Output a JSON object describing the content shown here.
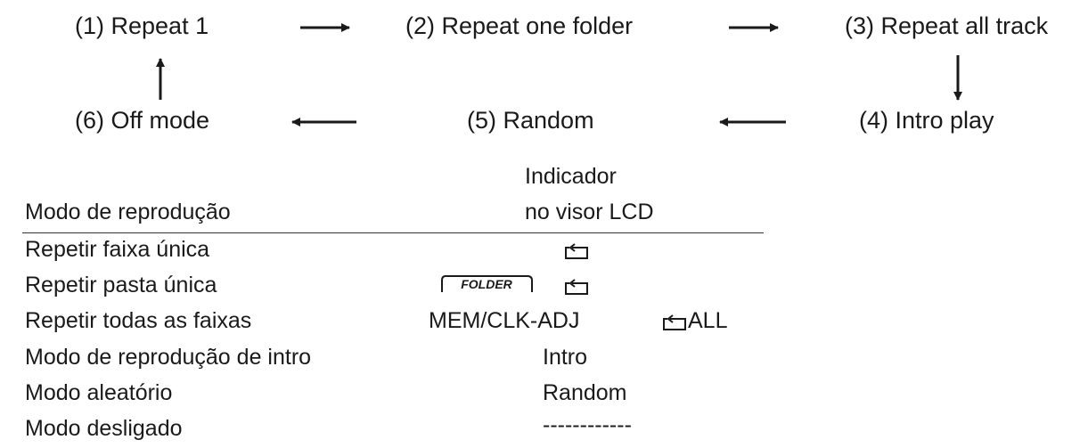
{
  "flow": {
    "step1": "(1) Repeat 1",
    "step2": "(2) Repeat one folder",
    "step3": "(3) Repeat all track",
    "step4": "(4) Intro play",
    "step5": "(5) Random",
    "step6": "(6) Off mode"
  },
  "table": {
    "header_mode": "Modo de reprodução",
    "header_indicator_line1": "Indicador",
    "header_indicator_line2": "no visor LCD",
    "rows": [
      {
        "mode": "Repetir faixa única",
        "indicator_icon": "repeat-icon"
      },
      {
        "mode": "Repetir pasta única",
        "indicator_badge": "FOLDER",
        "indicator_icon": "repeat-icon"
      },
      {
        "mode": "Repetir todas as faixas",
        "indicator_prefix": "MEM/CLK-ADJ",
        "indicator_icon": "repeat-icon",
        "indicator_suffix": "ALL"
      },
      {
        "mode": "Modo de reprodução de intro",
        "indicator": "Intro"
      },
      {
        "mode": "Modo aleatório",
        "indicator": "Random"
      },
      {
        "mode": "Modo desligado",
        "indicator": "------------"
      }
    ]
  }
}
